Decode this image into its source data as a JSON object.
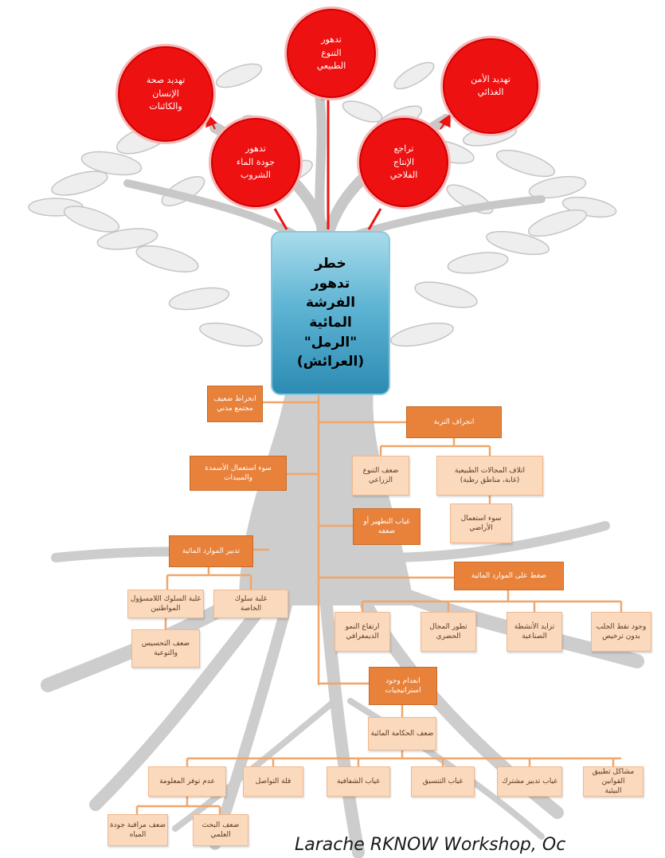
{
  "central_problem": "خطر\nتدهور\nالفرشة\nالمائية\n\"الرمل\"\n(العرائش)",
  "effects_outer": [
    "تهديد صحة\nالإنسان\nوالكائنات",
    "تدهور\nالتنوع\nالطبيعي",
    "تهديد الأمن\nالغذائي"
  ],
  "effects_inner": [
    "تدهور\nجودة الماء\nالشروب",
    "تراجع\nالإنتاج\nالفلاحي"
  ],
  "causes": {
    "weak_civil_society": "انخراط ضعيف\nمجتمع مدني",
    "soil_erosion": "انجراف التربة",
    "diversity_weak": "ضعف التنوع\nالزراعي",
    "natural_spaces": "اتلاف المجالات الطبيعية\n(غابة، مناطق رطبة)",
    "land_misuse": "سوء استعمال\nالأراضي",
    "fertilizer_misuse": "سوء استعمال الأسمدة\nوالمبيدات",
    "treatment_absence": "غياب التطهير أو\nضعفه",
    "water_management": "تدبير الموارد المائية",
    "citizen_behavior": "غلبة السلوك اللامسؤول\nالمواطنين",
    "private_behavior": "غلبة سلوك\nالخاصة",
    "awareness_weak": "ضعف التحسيس\nوالتوعية",
    "water_pressure": "ضغط على الموارد المائية",
    "population_growth": "ارتفاع النمو\nالديمغرافي",
    "urban_growth": "تطور المجال\nالحضري",
    "industrial_activity": "تزايد الأنشطة\nالصناعية",
    "unlicensed_wells": "وجود نقط الجلب\nبدون ترخيص",
    "no_strategies": "انعدام وجود\nاستراتيجيات",
    "weak_governance": "ضعف الحكامة المائية",
    "info_lack": "عدم توفر المعلومة",
    "communication": "قلة التواصل",
    "transparency": "غياب الشفافية",
    "coordination": "غياب التنسيق",
    "shared_management": "غياب تدبير مشترك",
    "env_laws": "مشاكل تطبيق القوانين\nالبيئية",
    "water_monitoring": "ضعف مراقبة جودة\nالمياه",
    "research": "ضعف البحث العلمي"
  },
  "caption": "Larache RKNOW Workshop, Oc",
  "colors": {
    "effect_circle": "#ee1111",
    "main_box": "#5fb5d4",
    "dark_orange": "#e8813a",
    "light_orange": "#fbd9bd",
    "connector": "#f0a66a",
    "tree": "#cfcfcf"
  }
}
